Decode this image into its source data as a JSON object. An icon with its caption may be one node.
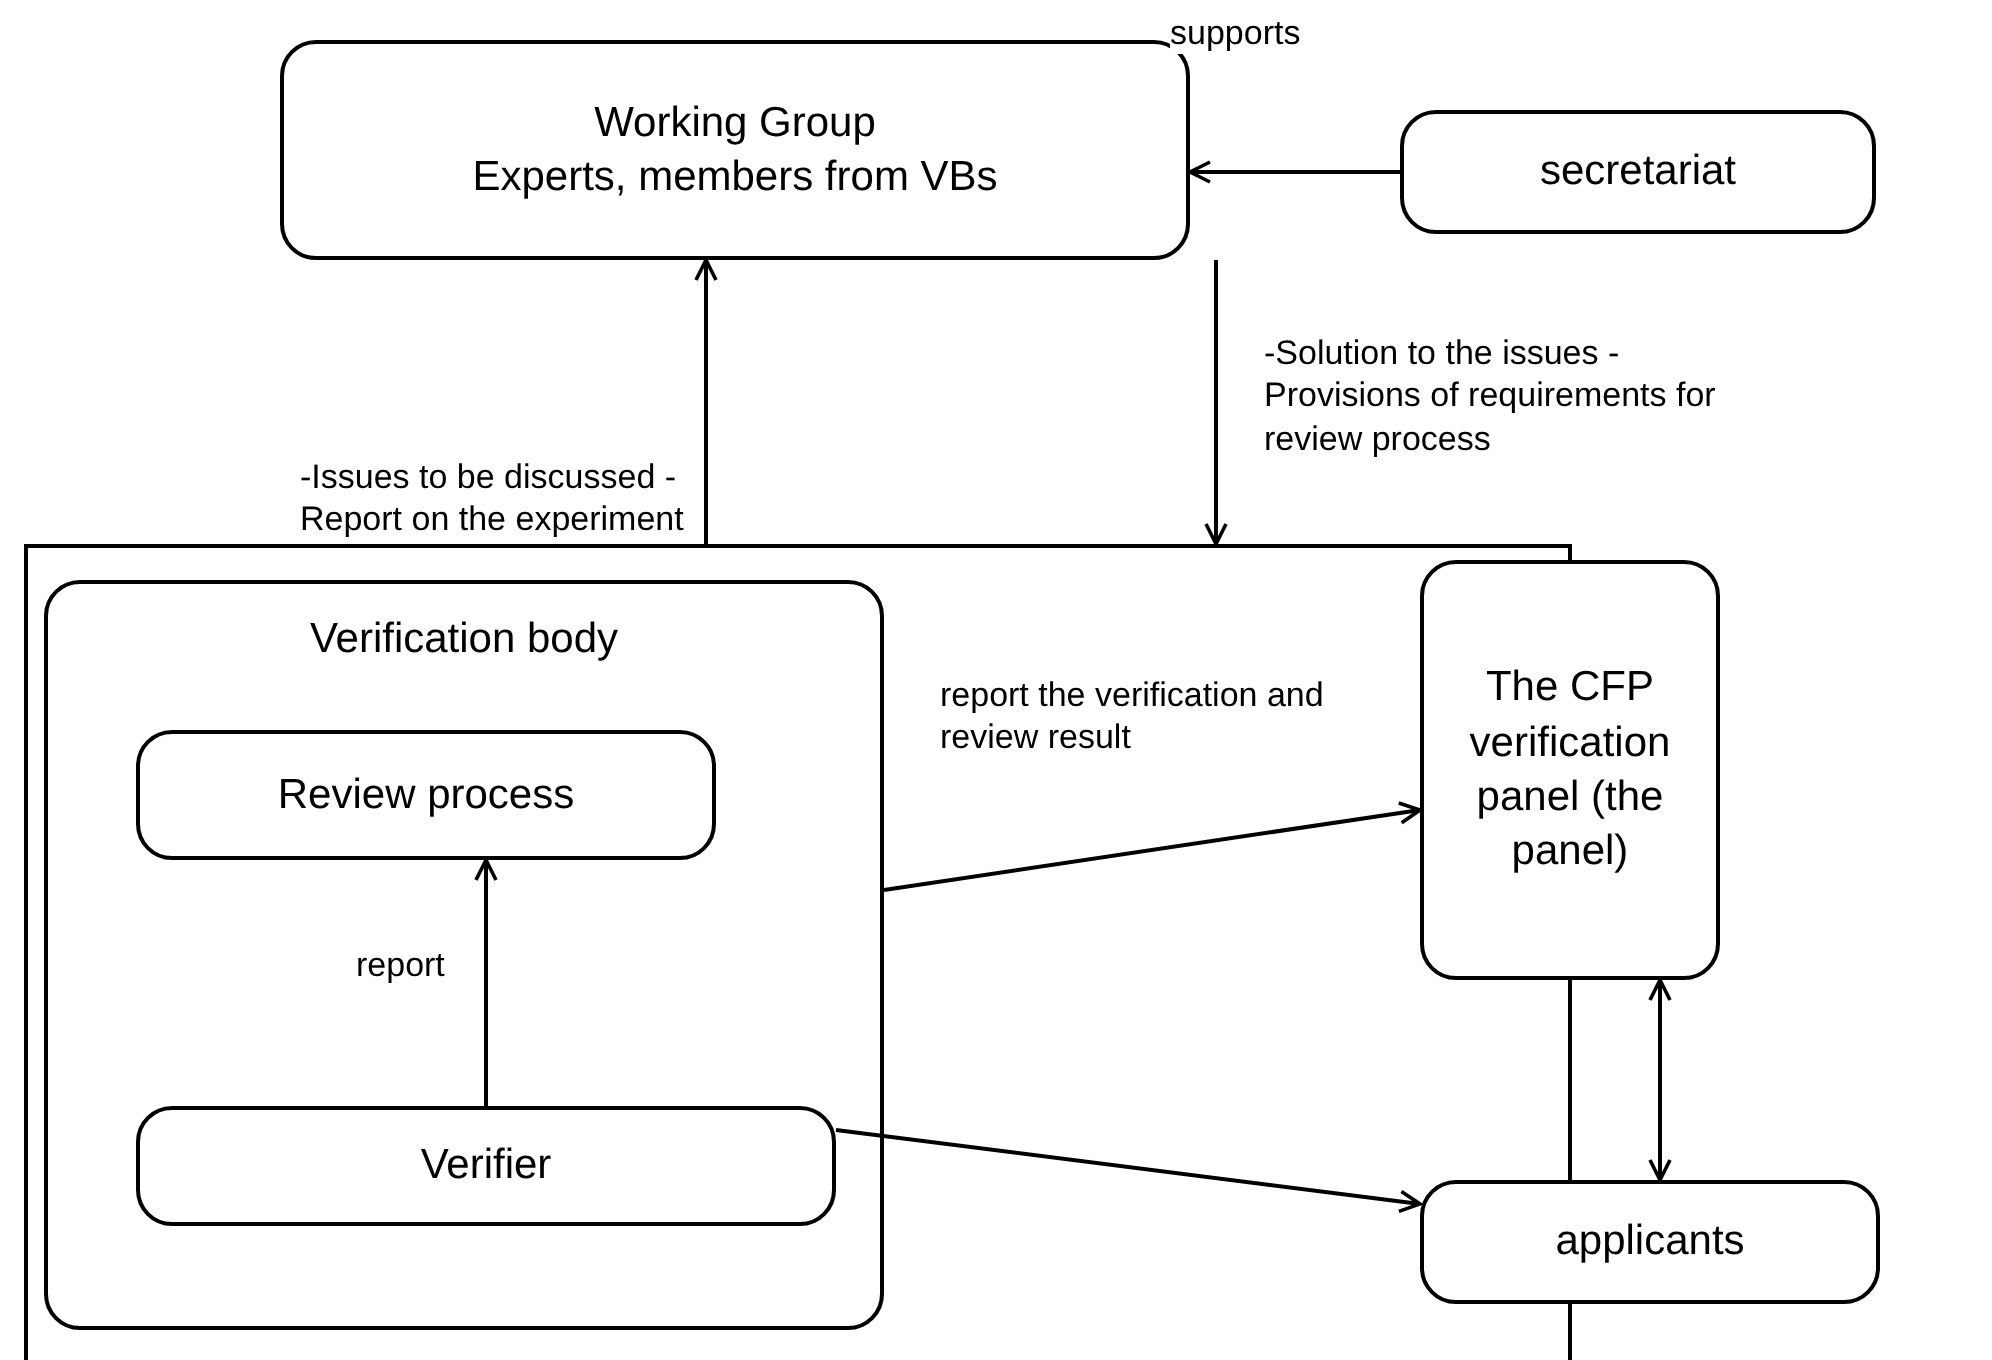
{
  "diagram": {
    "nodes": [
      {
        "text": [
          "Working Group",
          "Experts, members from VBs"
        ]
      },
      {
        "text": [
          "secretariat"
        ]
      },
      {
        "text": [],
        "shape": "box"
      },
      {
        "text": [
          "Verification body"
        ],
        "in": 2
      },
      {
        "text": [
          "Review process"
        ],
        "in": 3
      },
      {
        "text": [
          "Verifier"
        ],
        "in": 3
      },
      {
        "text": [
          "The CFP verification panel (the panel)"
        ]
      },
      {
        "text": [
          "applicants"
        ]
      }
    ],
    "edges": [
      {
        "from": 1,
        "to": 0,
        "arrow": "to",
        "label": "supports"
      },
      {
        "from": 2,
        "to": 0,
        "arrow": "to",
        "label": "-Issues to be discussed -Report on the experiment"
      },
      {
        "from": 0,
        "to": 2,
        "arrow": "to",
        "label": "-Solution to the issues -Provisions of requirements for review process"
      },
      {
        "from": 5,
        "to": 4,
        "arrow": "to",
        "label": "report"
      },
      {
        "from": 3,
        "to": 6,
        "arrow": "to",
        "label": "report the verification and review result"
      },
      {
        "from": 5,
        "to": 7,
        "arrow": "to"
      },
      {
        "from": 6,
        "to": 7,
        "arrow": "both"
      }
    ]
  }
}
